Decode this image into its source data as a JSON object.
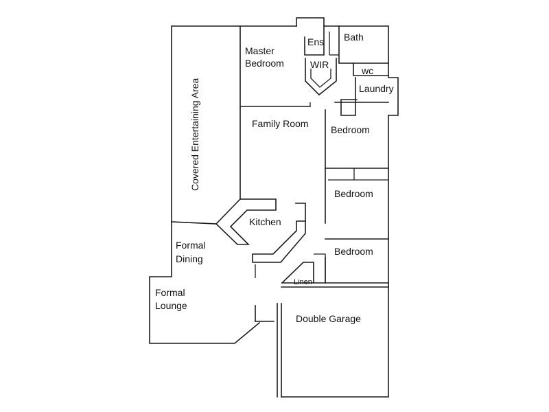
{
  "rooms": {
    "covered_entertaining": "Covered Entertaining Area",
    "master_bedroom_1": "Master",
    "master_bedroom_2": "Bedroom",
    "ensuite": "Ens",
    "bath": "Bath",
    "wir": "WIR",
    "wc": "wc",
    "laundry": "Laundry",
    "family_room": "Family Room",
    "bedroom_2": "Bedroom",
    "bedroom_3": "Bedroom",
    "bedroom_4": "Bedroom",
    "kitchen": "Kitchen",
    "formal_dining_1": "Formal",
    "formal_dining_2": "Dining",
    "formal_lounge_1": "Formal",
    "formal_lounge_2": "Lounge",
    "linen": "Linen",
    "double_garage": "Double Garage"
  }
}
